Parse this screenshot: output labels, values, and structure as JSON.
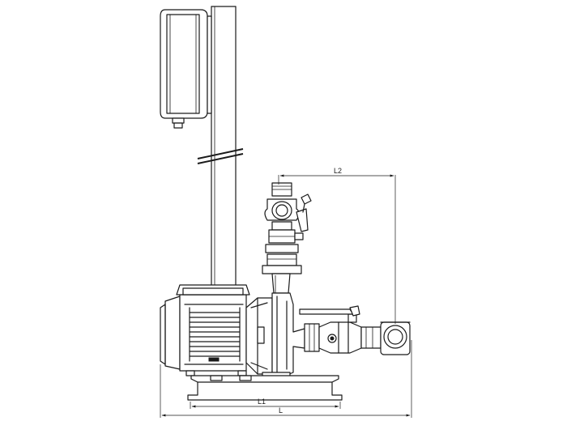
{
  "dimensions": {
    "l": "L",
    "l1": "L1",
    "l2": "L2"
  }
}
